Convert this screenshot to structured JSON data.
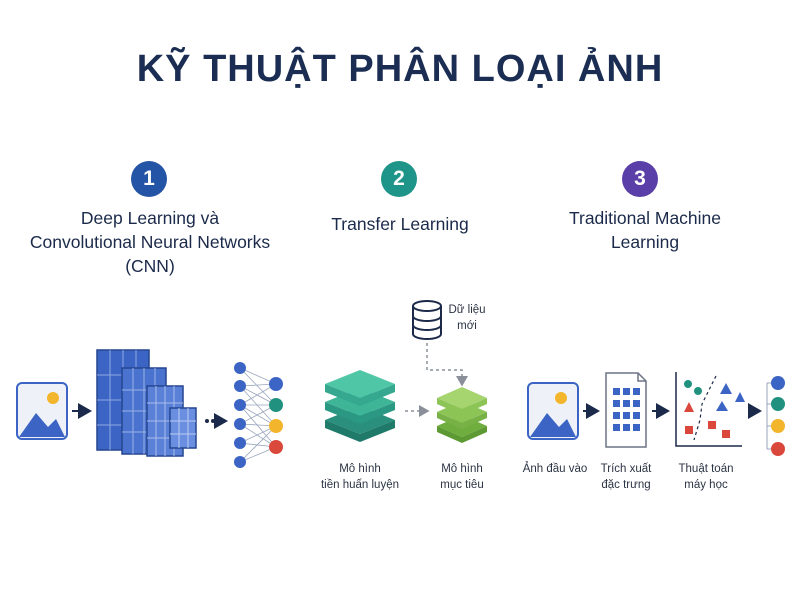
{
  "title": "KỸ THUẬT PHÂN LOẠI ẢNH",
  "colors": {
    "title": "#1b2d52",
    "badge1": "#2454a6",
    "badge2": "#1f9488",
    "badge3": "#5b3fa8",
    "cnn_blue": "#3b64c4",
    "teal": "#3db596",
    "green": "#8cc456",
    "node_teal": "#21917f",
    "node_yellow": "#f2b52b",
    "node_red": "#d9483b"
  },
  "methods": [
    {
      "number": "1",
      "title_lines": [
        "Deep Learning và",
        "Convolutional Neural Networks",
        "(CNN)"
      ]
    },
    {
      "number": "2",
      "title_lines": [
        "Transfer Learning"
      ]
    },
    {
      "number": "3",
      "title_lines": [
        "Traditional Machine",
        "Learning"
      ]
    }
  ],
  "transfer": {
    "new_data_lines": [
      "Dữ liệu",
      "mới"
    ],
    "pretrained_lines": [
      "Mô hình",
      "tiền huấn luyện"
    ],
    "target_lines": [
      "Mô hình",
      "mục tiêu"
    ]
  },
  "traditional": {
    "input_lines": [
      "Ảnh đầu vào"
    ],
    "feature_lines": [
      "Trích xuất",
      "đặc trưng"
    ],
    "algorithm_lines": [
      "Thuật toán",
      "máy học"
    ]
  },
  "icons": [
    "image-icon",
    "arrow-icon",
    "cnn-feature-maps-icon",
    "neural-network-icon",
    "database-icon",
    "layer-stack-icon",
    "document-grid-icon",
    "scatter-plot-icon"
  ]
}
